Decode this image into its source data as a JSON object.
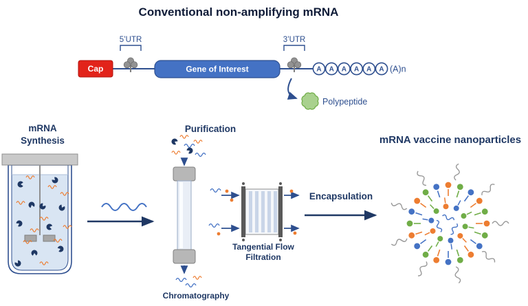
{
  "title": "Conventional non-amplifying mRNA",
  "construct": {
    "utr5": "5’UTR",
    "utr3": "3’UTR",
    "cap": "Cap",
    "gene": "Gene of Interest",
    "polya_letters": [
      "A",
      "A",
      "A",
      "A",
      "A",
      "A"
    ],
    "polya_suffix": "(A)n",
    "polypeptide": "Polypeptide"
  },
  "workflow": {
    "synthesis_line1": "mRNA",
    "synthesis_line2": "Synthesis",
    "purification": "Purification",
    "chromatography": "Chromatography",
    "tff_line1": "Tangential Flow",
    "tff_line2": "Filtration",
    "encapsulation": "Encapsulation",
    "nanoparticles": "mRNA vaccine nanoparticles"
  },
  "colors": {
    "navy": "#1f3864",
    "blue": "#2e4f8f",
    "mid_blue": "#4472c4",
    "red": "#e2231a",
    "green": "#a9d18e",
    "green_dark": "#70ad47",
    "orange": "#ed7d31",
    "gray": "#999999",
    "light_blue": "#d9e5f3"
  }
}
